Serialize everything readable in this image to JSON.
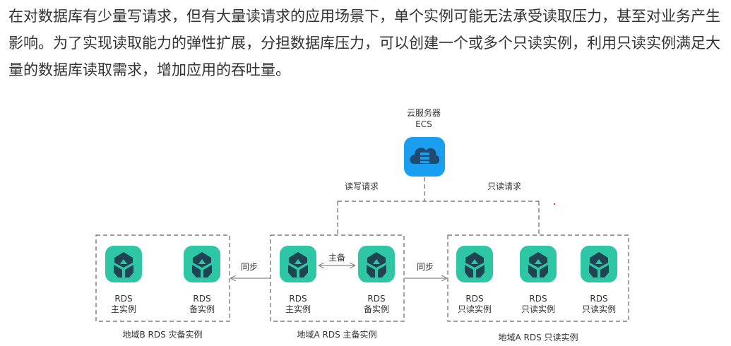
{
  "paragraph": "在对数据库有少量写请求，但有大量读请求的应用场景下，单个实例可能无法承受读取压力，甚至对业务产生影响。为了实现读取能力的弹性扩展，分担数据库压力，可以创建一个或多个只读实例，利用只读实例满足大量的数据库读取需求，增加应用的吞吐量。",
  "server": {
    "title": "云服务器",
    "subtitle": "ECS"
  },
  "edges": {
    "read_write": "读写请求",
    "read_only": "只读请求",
    "sync_left": "同步",
    "sync_right": "同步",
    "primary_standby": "主备"
  },
  "regions": {
    "b_dr": "地域B RDS 灾备实例",
    "a_primary": "地域A RDS 主备实例",
    "a_readonly": "地域A RDS 只读实例"
  },
  "nodes": {
    "b_primary": {
      "line1": "RDS",
      "line2": "主实例"
    },
    "b_standby": {
      "line1": "RDS",
      "line2": "备实例"
    },
    "a_primary": {
      "line1": "RDS",
      "line2": "主实例"
    },
    "a_standby": {
      "line1": "RDS",
      "line2": "备实例"
    },
    "ro1": {
      "line1": "RDS",
      "line2": "只读实例"
    },
    "ro2": {
      "line1": "RDS",
      "line2": "只读实例"
    },
    "ro3": {
      "line1": "RDS",
      "line2": "只读实例"
    }
  },
  "colors": {
    "rds_tile": "#2dc7a6",
    "rds_glyph": "#1f4554",
    "server_tile": "#1a9ff0",
    "server_glyph": "#1d4a6e"
  }
}
